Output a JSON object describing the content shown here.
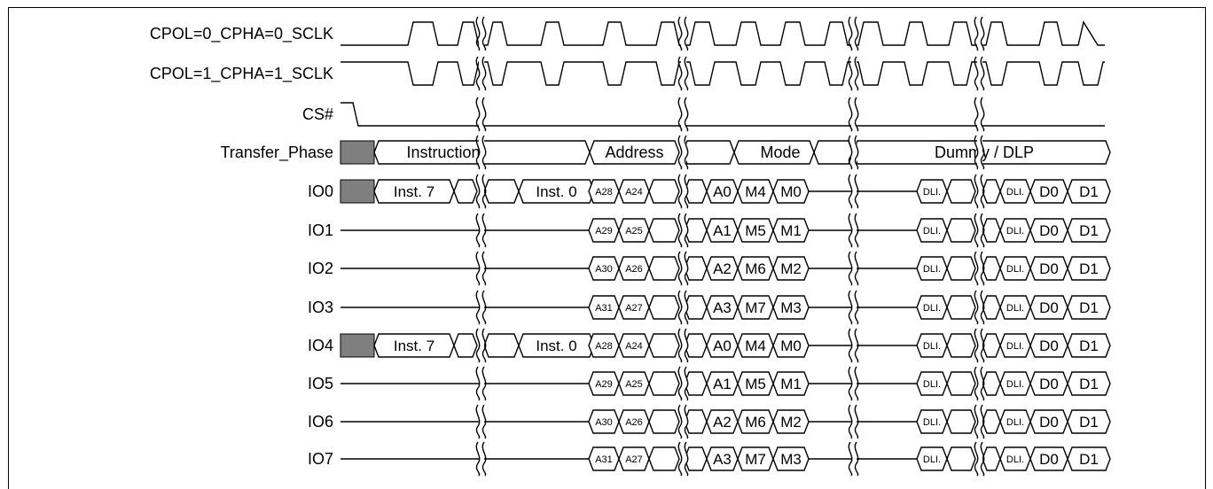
{
  "diagram": {
    "signals": [
      {
        "name": "CPOL=0_CPHA=0_SCLK",
        "kind": "clock",
        "polarity": 0
      },
      {
        "name": "CPOL=1_CPHA=1_SCLK",
        "kind": "clock",
        "polarity": 1
      },
      {
        "name": "CS#",
        "kind": "cs"
      },
      {
        "name": "Transfer_Phase",
        "kind": "phase"
      },
      {
        "name": "IO0",
        "kind": "io",
        "has_instruction": true,
        "addr": [
          "A28",
          "A24"
        ],
        "a": "A0",
        "m": [
          "M4",
          "M0"
        ]
      },
      {
        "name": "IO1",
        "kind": "io",
        "has_instruction": false,
        "addr": [
          "A29",
          "A25"
        ],
        "a": "A1",
        "m": [
          "M5",
          "M1"
        ]
      },
      {
        "name": "IO2",
        "kind": "io",
        "has_instruction": false,
        "addr": [
          "A30",
          "A26"
        ],
        "a": "A2",
        "m": [
          "M6",
          "M2"
        ]
      },
      {
        "name": "IO3",
        "kind": "io",
        "has_instruction": false,
        "addr": [
          "A31",
          "A27"
        ],
        "a": "A3",
        "m": [
          "M7",
          "M3"
        ]
      },
      {
        "name": "IO4",
        "kind": "io",
        "has_instruction": true,
        "addr": [
          "A28",
          "A24"
        ],
        "a": "A0",
        "m": [
          "M4",
          "M0"
        ]
      },
      {
        "name": "IO5",
        "kind": "io",
        "has_instruction": false,
        "addr": [
          "A29",
          "A25"
        ],
        "a": "A1",
        "m": [
          "M5",
          "M1"
        ]
      },
      {
        "name": "IO6",
        "kind": "io",
        "has_instruction": false,
        "addr": [
          "A30",
          "A26"
        ],
        "a": "A2",
        "m": [
          "M6",
          "M2"
        ]
      },
      {
        "name": "IO7",
        "kind": "io",
        "has_instruction": false,
        "addr": [
          "A31",
          "A27"
        ],
        "a": "A3",
        "m": [
          "M7",
          "M3"
        ]
      }
    ],
    "phases": [
      "Instruction",
      "Address",
      "Mode",
      "Dummy / DLP"
    ],
    "instruction_cells": [
      "Inst. 7",
      "Inst. 0"
    ],
    "dummy_cells": [
      "DLI.",
      "DLI.",
      "D0",
      "D1"
    ],
    "colors": {
      "line": "#000000",
      "idle_fill": "#7f7f7f",
      "background": "#ffffff"
    }
  }
}
